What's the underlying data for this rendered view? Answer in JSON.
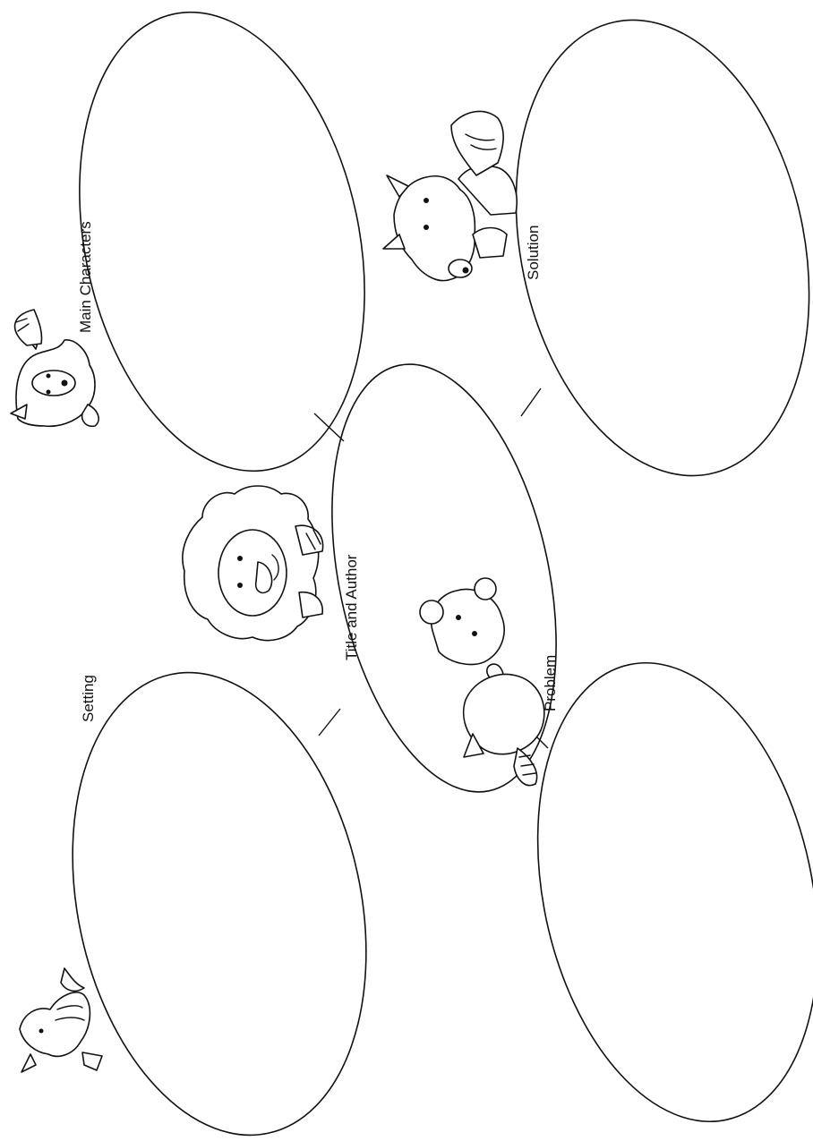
{
  "labels": {
    "main_characters": "Main Characters",
    "setting": "Setting",
    "title_author": "Title and Author",
    "problem": "Problem",
    "solution": "Solution"
  },
  "colors": {
    "ink": "#111111",
    "paper": "#ffffff"
  },
  "illustrations": [
    "raccoon-icon",
    "bird-icon",
    "lion-icon",
    "bear-cub-icon",
    "fox-icon"
  ]
}
